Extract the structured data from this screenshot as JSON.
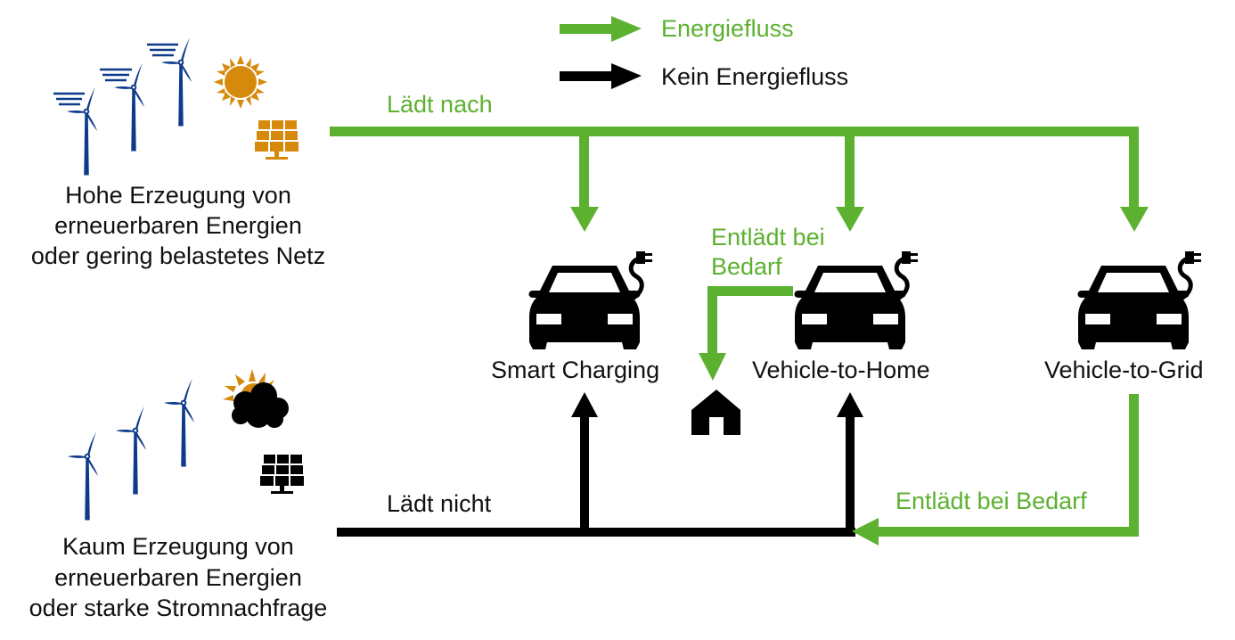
{
  "colors": {
    "energy_flow": "#5cb130",
    "no_energy_flow": "#000000",
    "turbine": "#0d3a8a",
    "sun_active": "#d68a0c",
    "solar_active": "#d68a0c",
    "inactive_icon": "#000000"
  },
  "legend": {
    "energy_flow": "Energiefluss",
    "no_energy_flow": "Kein Energiefluss"
  },
  "scenarios": {
    "high": {
      "line1": "Hohe Erzeugung von",
      "line2": "erneuerbaren Energien",
      "line3": "oder gering belastetes Netz",
      "flow_label": "Lädt nach",
      "icons": [
        "wind-turbines-icon",
        "sun-icon",
        "solar-panel-icon"
      ]
    },
    "low": {
      "line1": "Kaum Erzeugung von",
      "line2": "erneuerbaren Energien",
      "line3": "oder starke Stromnachfrage",
      "flow_label": "Lädt nicht",
      "icons": [
        "wind-turbines-icon",
        "sun-behind-cloud-icon",
        "solar-panel-icon"
      ]
    }
  },
  "use_cases": [
    {
      "label": "Smart Charging",
      "icon": "ev-car-icon"
    },
    {
      "label": "Vehicle-to-Home",
      "icon": "ev-car-icon",
      "discharge_label_1": "Entlädt bei",
      "discharge_label_2": "Bedarf",
      "target_icon": "house-icon"
    },
    {
      "label": "Vehicle-to-Grid",
      "icon": "ev-car-icon",
      "discharge_label": "Entlädt bei Bedarf"
    }
  ]
}
